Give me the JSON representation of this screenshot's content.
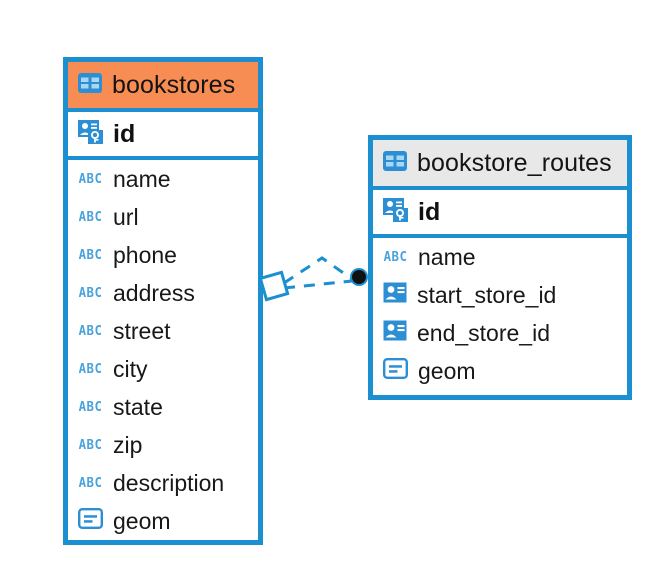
{
  "diagram": {
    "type": "er-diagram",
    "background": "#ffffff",
    "accent_border": "#1B8FD0",
    "entities": [
      {
        "id": "bookstores",
        "name": "bookstores",
        "header_color": "#F78D52",
        "icon": "table-icon",
        "primary_key": {
          "name": "id",
          "icon": "primary-key-icon"
        },
        "fields": [
          {
            "name": "name",
            "icon": "abc-text-icon"
          },
          {
            "name": "url",
            "icon": "abc-text-icon"
          },
          {
            "name": "phone",
            "icon": "abc-text-icon"
          },
          {
            "name": "address",
            "icon": "abc-text-icon"
          },
          {
            "name": "street",
            "icon": "abc-text-icon"
          },
          {
            "name": "city",
            "icon": "abc-text-icon"
          },
          {
            "name": "state",
            "icon": "abc-text-icon"
          },
          {
            "name": "zip",
            "icon": "abc-text-icon"
          },
          {
            "name": "description",
            "icon": "abc-text-icon"
          },
          {
            "name": "geom",
            "icon": "geometry-icon"
          }
        ]
      },
      {
        "id": "bookstore_routes",
        "name": "bookstore_routes",
        "header_color": "#E8E8E8",
        "icon": "table-icon",
        "primary_key": {
          "name": "id",
          "icon": "primary-key-icon"
        },
        "fields": [
          {
            "name": "name",
            "icon": "abc-text-icon"
          },
          {
            "name": "start_store_id",
            "icon": "foreign-key-icon"
          },
          {
            "name": "end_store_id",
            "icon": "foreign-key-icon"
          },
          {
            "name": "geom",
            "icon": "geometry-icon"
          }
        ]
      }
    ],
    "relationships": [
      {
        "from": "bookstores",
        "to": "bookstore_routes",
        "line_style": "dashed",
        "color": "#1B8FD0",
        "source_marker": "open-diamond",
        "target_marker": "filled-circle"
      }
    ]
  }
}
